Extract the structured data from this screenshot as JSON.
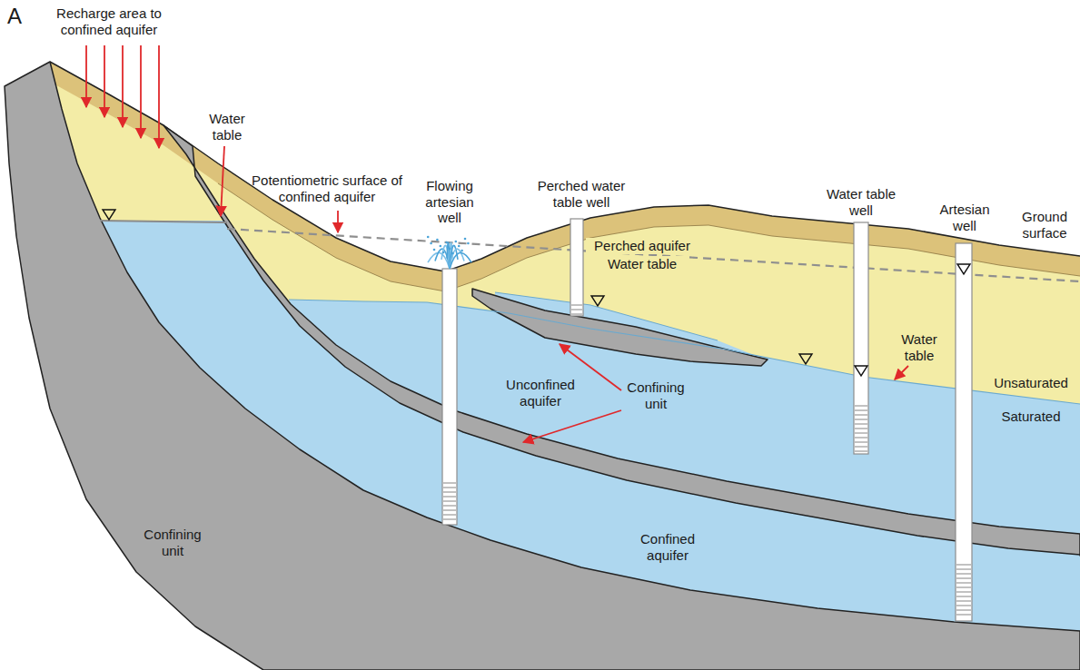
{
  "diagram": {
    "labels": [
      "A",
      "Recharge area to confined aquifer",
      "Water table",
      "Potentiometric surface of confined aquifer",
      "Flowing artesian well",
      "Perched water table well",
      "Water table well",
      "Artesian well",
      "Ground surface",
      "Perched aquifer",
      "Water table",
      "Water table",
      "Unsaturated",
      "Saturated",
      "Unconfined aquifer",
      "Confining unit",
      "Confined aquifer",
      "Confining unit"
    ]
  }
}
